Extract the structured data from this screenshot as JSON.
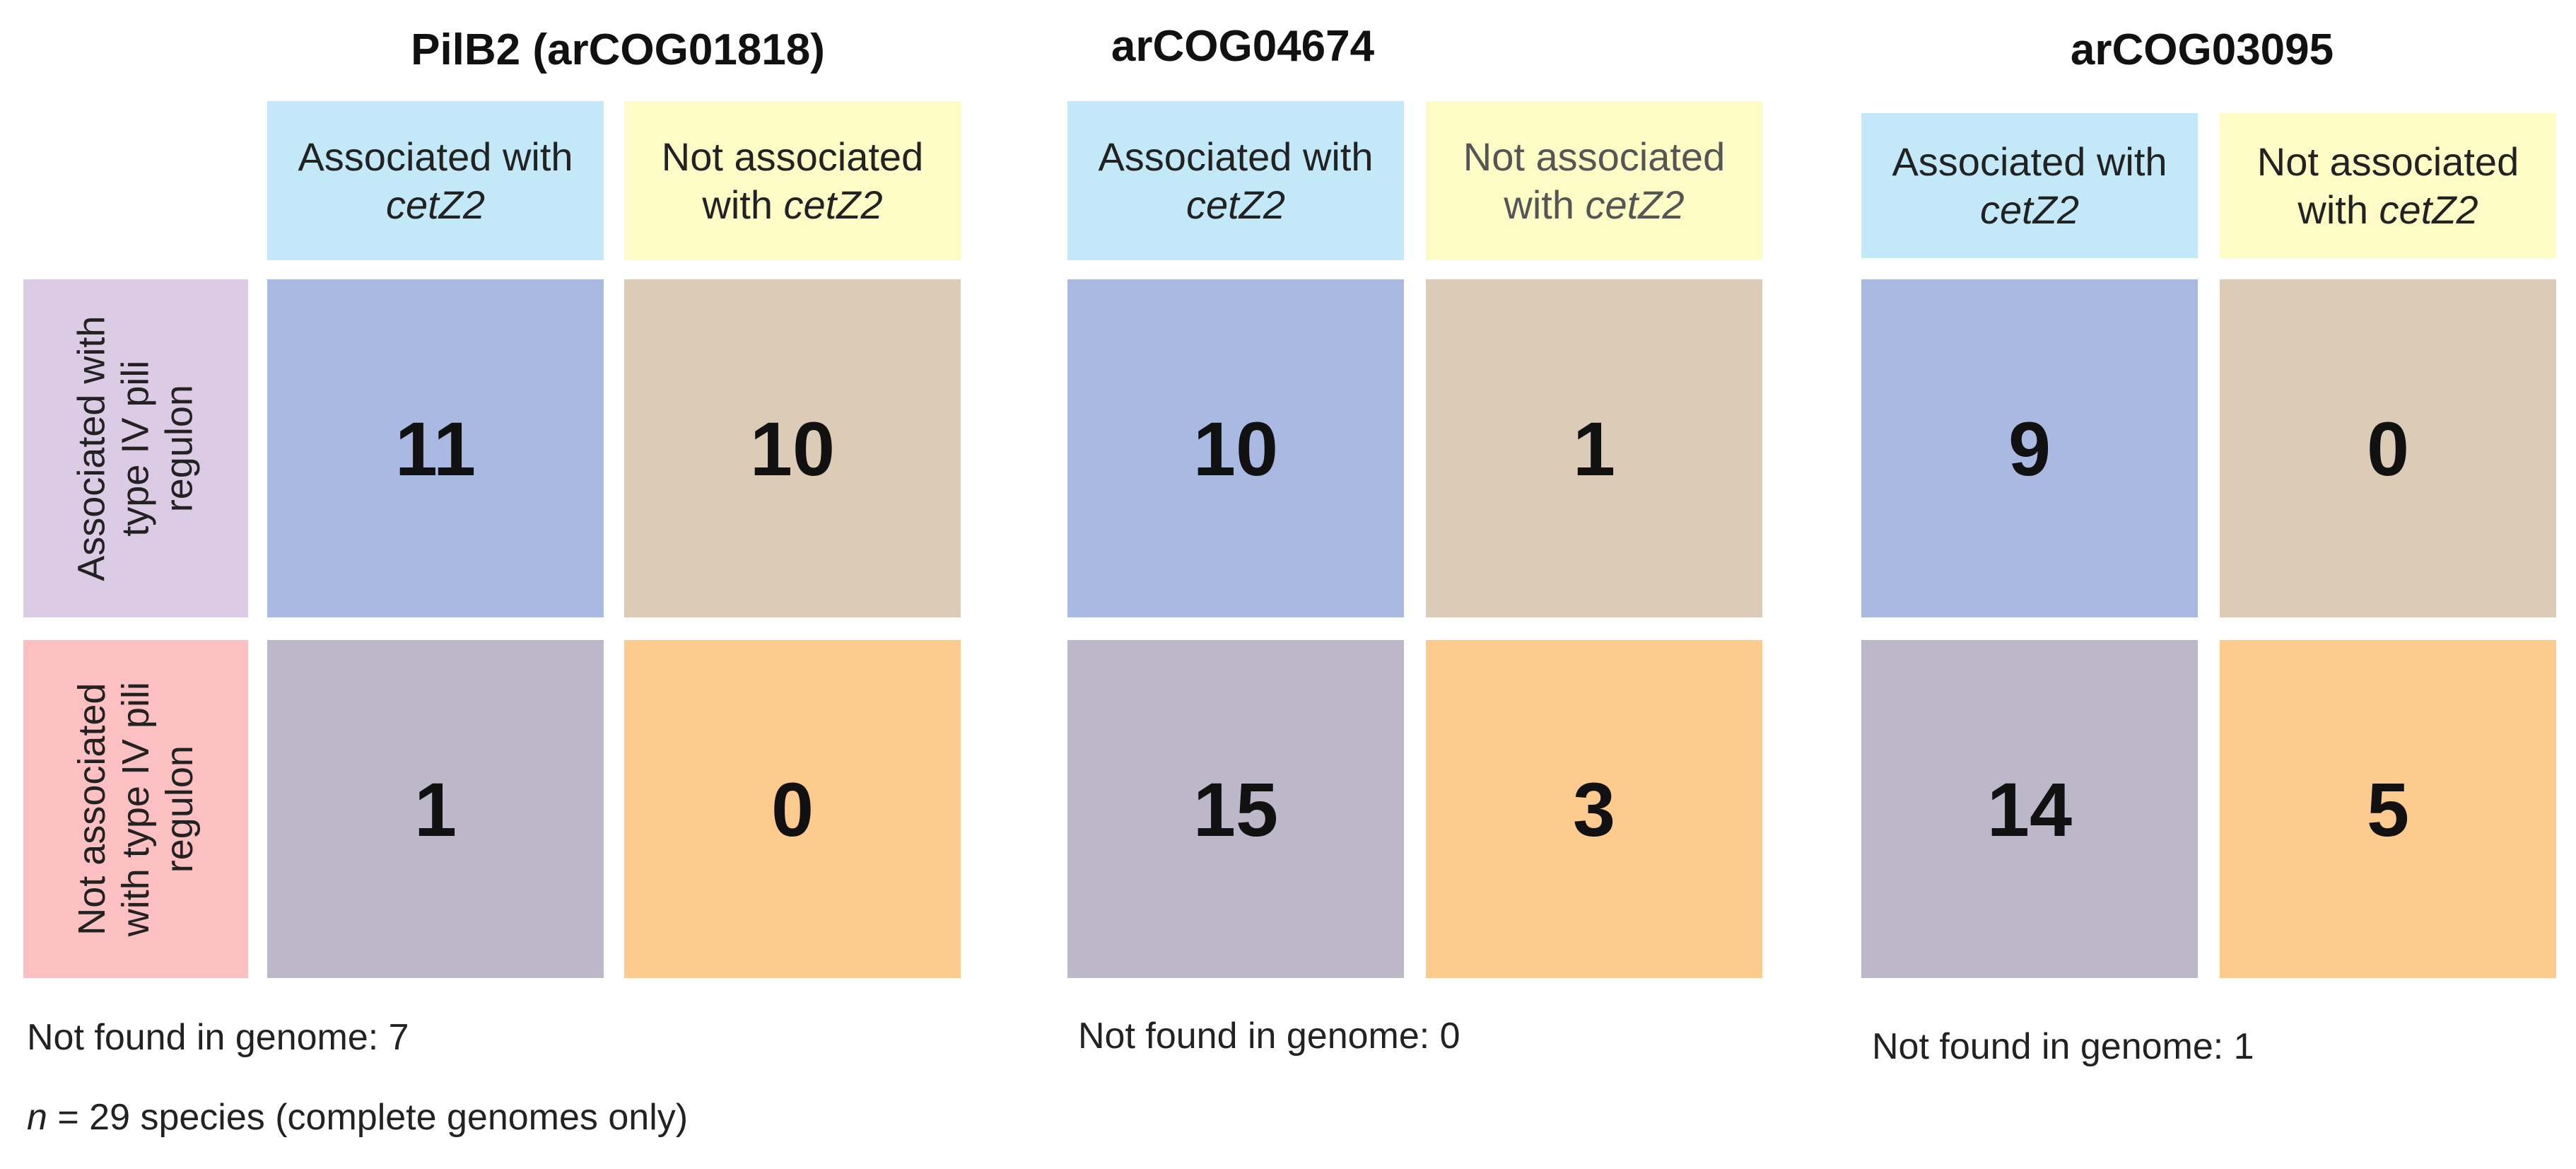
{
  "row_labels": [
    {
      "line1": "Associated with",
      "line2": "type IV pili",
      "line3": "regulon"
    },
    {
      "line1": "Not associated",
      "line2": "with type IV pili",
      "line3": "regulon"
    }
  ],
  "panels": [
    {
      "title": "PilB2 (arCOG01818)",
      "col_headers": [
        {
          "line1": "Associated with",
          "line2_prefix": "",
          "line2_italic": "cetZ2"
        },
        {
          "line1": "Not associated",
          "line2_prefix": "with ",
          "line2_italic": "cetZ2"
        }
      ],
      "values": [
        [
          "11",
          "10"
        ],
        [
          "1",
          "0"
        ]
      ],
      "not_found": "Not found in genome: 7"
    },
    {
      "title": "arCOG04674",
      "col_headers": [
        {
          "line1": "Associated with",
          "line2_prefix": "",
          "line2_italic": "cetZ2"
        },
        {
          "line1": "Not associated",
          "line2_prefix": "with ",
          "line2_italic": "cetZ2"
        }
      ],
      "values": [
        [
          "10",
          "1"
        ],
        [
          "15",
          "3"
        ]
      ],
      "not_found": "Not found in genome: 0"
    },
    {
      "title": "arCOG03095",
      "col_headers": [
        {
          "line1": "Associated with",
          "line2_prefix": "",
          "line2_italic": "cetZ2"
        },
        {
          "line1": "Not associated",
          "line2_prefix": "with ",
          "line2_italic": "cetZ2"
        }
      ],
      "values": [
        [
          "9",
          "0"
        ],
        [
          "14",
          "5"
        ]
      ],
      "not_found": "Not found in genome: 1"
    }
  ],
  "footnote": {
    "n_italic": "n",
    "rest": " = 29 species (complete genomes only)"
  },
  "colors": {
    "header_associated": "#c3e9f8",
    "header_not_associated": "#fdfcc7",
    "row_associated": "#dccbe4",
    "row_not_associated": "#fcc0c2",
    "cell_assoc_assoc": "#a9b9e2",
    "cell_assoc_not": "#dccbb7",
    "cell_not_assoc": "#bdb8c9",
    "cell_not_not": "#fecb8f"
  }
}
